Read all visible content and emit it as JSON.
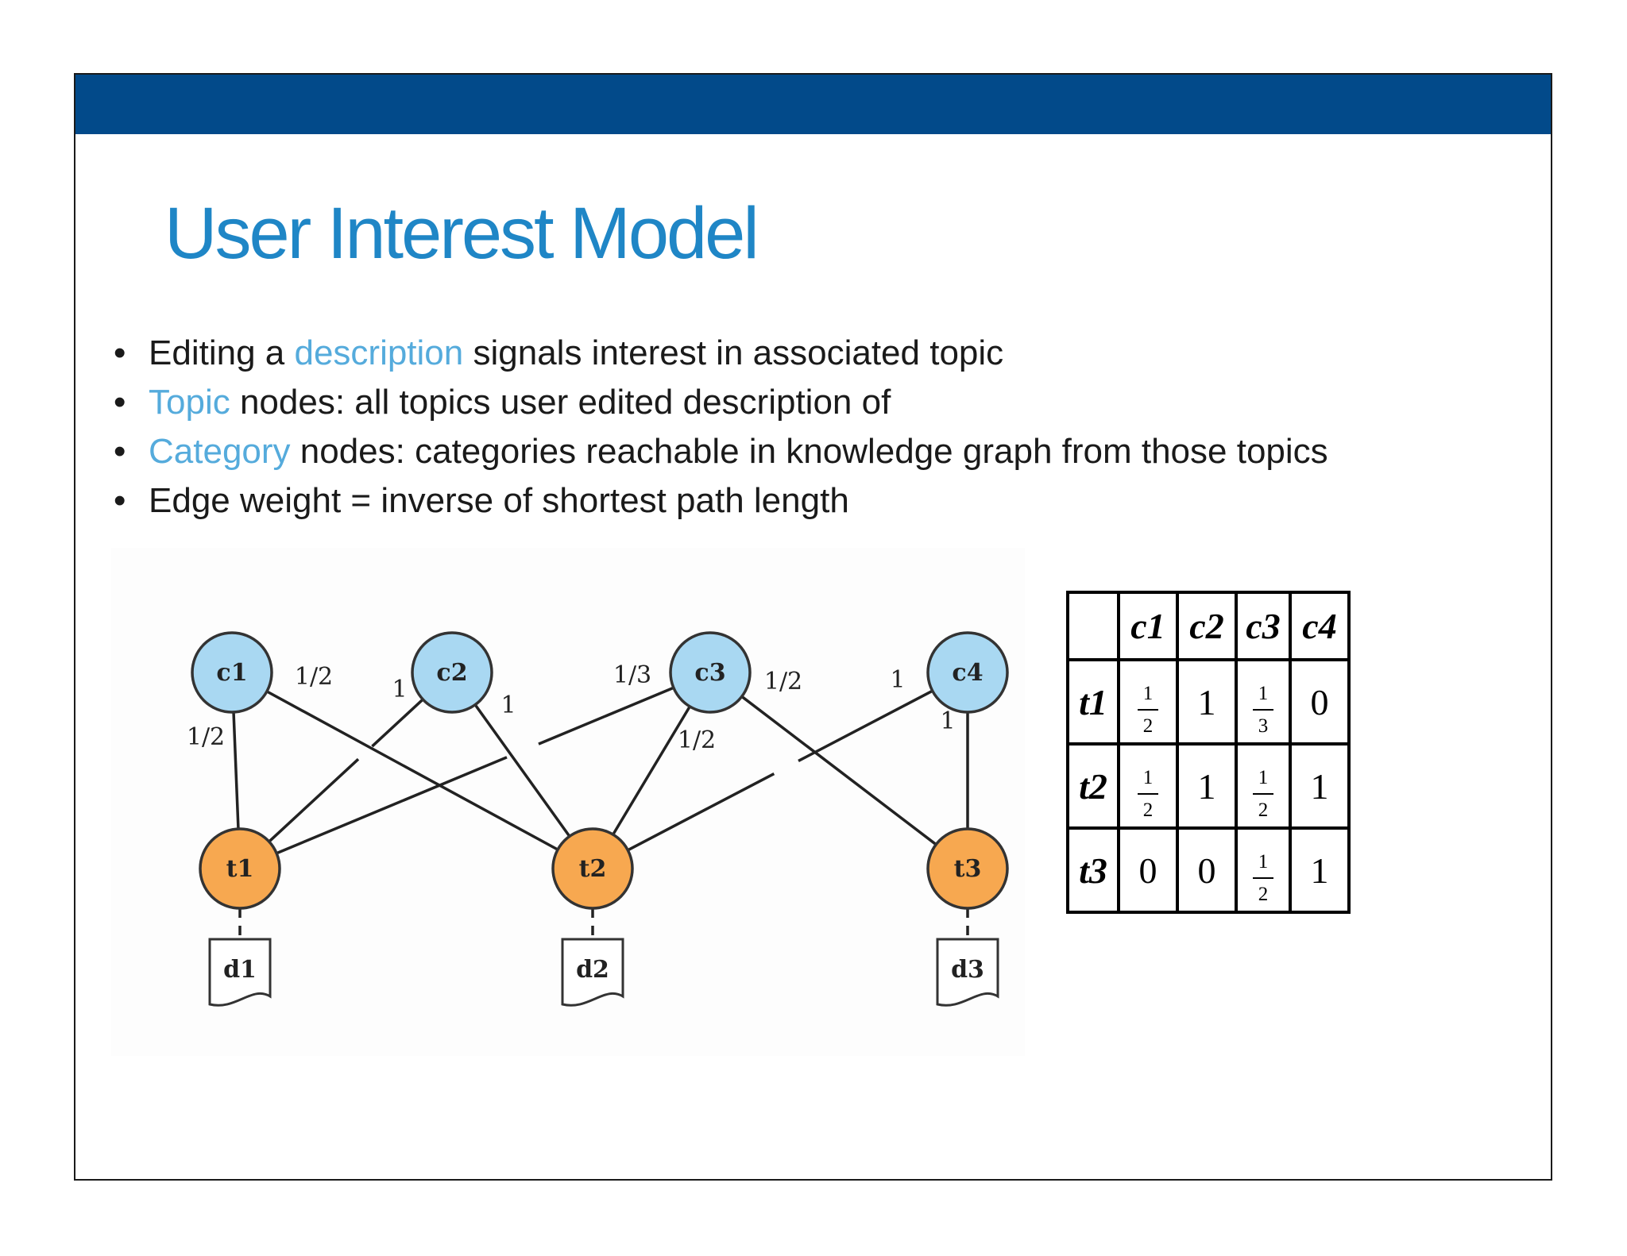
{
  "slide": {
    "title": "User Interest Model",
    "colors": {
      "header_bar": "#024a8a",
      "title": "#1f86c6",
      "highlight": "#55abdc"
    },
    "bullets": [
      {
        "before": "Editing a ",
        "highlight": "description",
        "after": " signals interest in associated topic"
      },
      {
        "before": "",
        "highlight": "Topic",
        "after": " nodes: all topics user edited description of"
      },
      {
        "before": "",
        "highlight": "Category",
        "after": " nodes: categories reachable in knowledge graph from those topics"
      },
      {
        "before": "Edge weight = inverse of shortest path length",
        "highlight": "",
        "after": ""
      }
    ]
  },
  "graph": {
    "colors": {
      "category_fill": "#a9d8f2",
      "topic_fill": "#f7a850"
    },
    "category_nodes": [
      "c1",
      "c2",
      "c3",
      "c4"
    ],
    "topic_nodes": [
      "t1",
      "t2",
      "t3"
    ],
    "documents": [
      "d1",
      "d2",
      "d3"
    ],
    "edges": [
      {
        "from": "c1",
        "to": "t1",
        "weight": "1/2"
      },
      {
        "from": "c1",
        "to": "t2",
        "weight": "1/2"
      },
      {
        "from": "c2",
        "to": "t1",
        "weight": "1"
      },
      {
        "from": "c2",
        "to": "t2",
        "weight": "1"
      },
      {
        "from": "c3",
        "to": "t1",
        "weight": "1/3"
      },
      {
        "from": "c3",
        "to": "t2",
        "weight": "1/2"
      },
      {
        "from": "c3",
        "to": "t3",
        "weight": "1/2"
      },
      {
        "from": "c4",
        "to": "t2",
        "weight": "1"
      },
      {
        "from": "c4",
        "to": "t3",
        "weight": "1"
      }
    ]
  },
  "matrix": {
    "columns": [
      "c1",
      "c2",
      "c3",
      "c4"
    ],
    "rows": [
      {
        "label": "t1",
        "cells": [
          {
            "n": "1",
            "d": "2"
          },
          {
            "v": "1"
          },
          {
            "n": "1",
            "d": "3"
          },
          {
            "v": "0"
          }
        ]
      },
      {
        "label": "t2",
        "cells": [
          {
            "n": "1",
            "d": "2"
          },
          {
            "v": "1"
          },
          {
            "n": "1",
            "d": "2"
          },
          {
            "v": "1"
          }
        ]
      },
      {
        "label": "t3",
        "cells": [
          {
            "v": "0"
          },
          {
            "v": "0"
          },
          {
            "n": "1",
            "d": "2"
          },
          {
            "v": "1"
          }
        ]
      }
    ]
  }
}
